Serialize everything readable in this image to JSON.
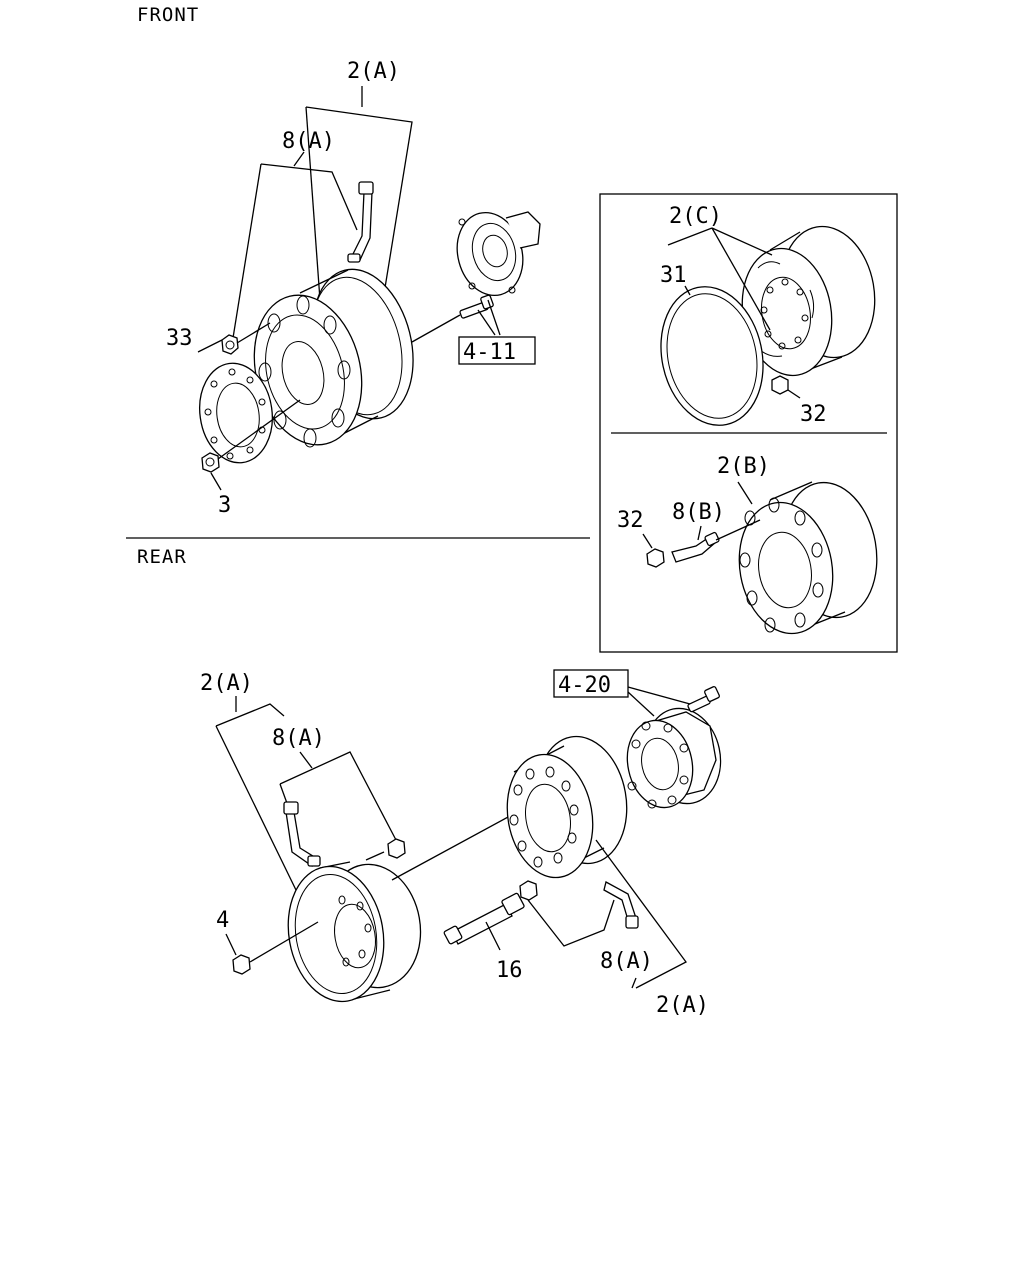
{
  "sections": {
    "front": "FRONT",
    "rear": "REAR"
  },
  "front_labels": {
    "wheel_a": "2(A)",
    "valve_a": "8(A)",
    "part_33": "33",
    "part_3": "3",
    "ref_4_11": "4-11"
  },
  "inset_top_labels": {
    "wheel_c": "2(C)",
    "part_31": "31",
    "part_32": "32"
  },
  "inset_bottom_labels": {
    "wheel_b": "2(B)",
    "valve_b": "8(B)",
    "part_32": "32"
  },
  "rear_labels": {
    "wheel_a_left": "2(A)",
    "valve_a_left": "8(A)",
    "part_4": "4",
    "part_16": "16",
    "valve_a_right": "8(A)",
    "wheel_a_right": "2(A)",
    "ref_4_20": "4-20"
  }
}
